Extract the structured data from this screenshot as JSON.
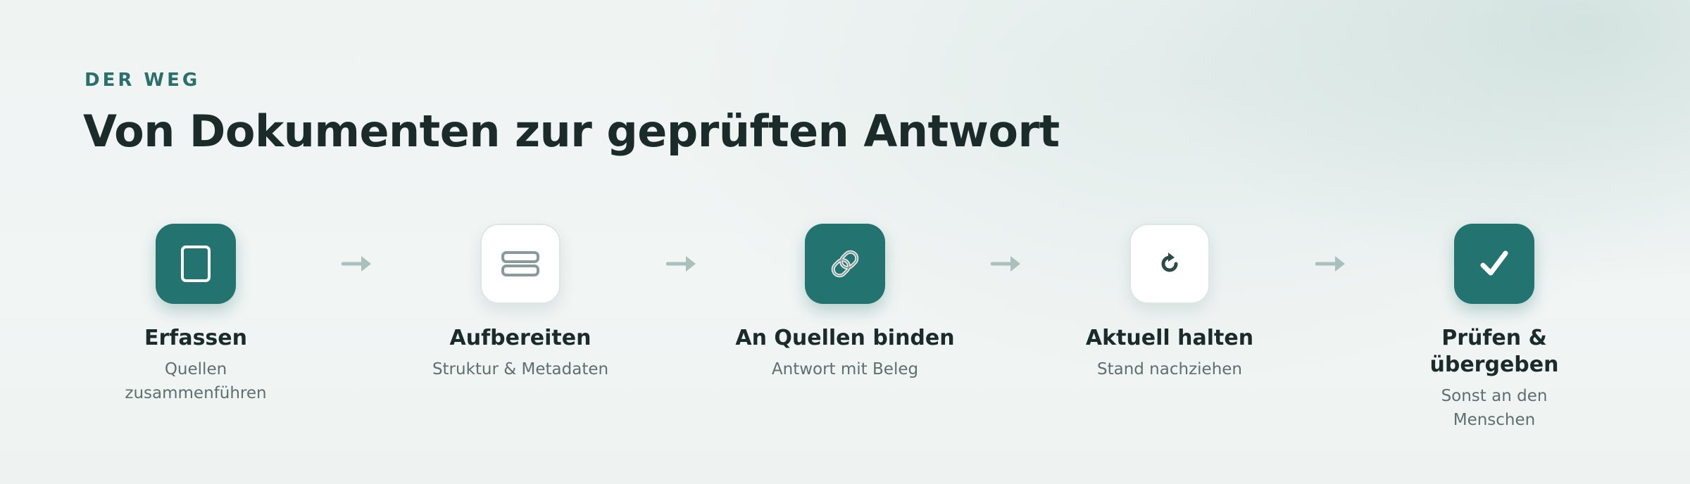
{
  "section": {
    "eyebrow": "DER WEG",
    "headline": "Von Dokumenten zur geprüften Antwort"
  },
  "steps": [
    {
      "title": "Erfassen",
      "subtitle_lines": [
        "Quellen",
        "zusammenführen"
      ],
      "icon": "document-icon",
      "style": "filled"
    },
    {
      "title": "Aufbereiten",
      "subtitle_lines": [
        "Struktur & Metadaten"
      ],
      "icon": "stack-icon",
      "style": "outline"
    },
    {
      "title": "An Quellen binden",
      "subtitle_lines": [
        "Antwort mit Beleg"
      ],
      "icon": "link-icon",
      "style": "filled"
    },
    {
      "title": "Aktuell halten",
      "subtitle_lines": [
        "Stand nachziehen"
      ],
      "icon": "refresh-icon",
      "style": "outline"
    },
    {
      "title_lines": [
        "Prüfen &",
        "übergeben"
      ],
      "subtitle_lines": [
        "Sonst an den",
        "Menschen"
      ],
      "icon": "checkmark-icon",
      "style": "filled"
    }
  ],
  "colors": {
    "accent": "#237370",
    "eyebrow": "#2a6f6b",
    "arrow": "#a9c0bd"
  }
}
